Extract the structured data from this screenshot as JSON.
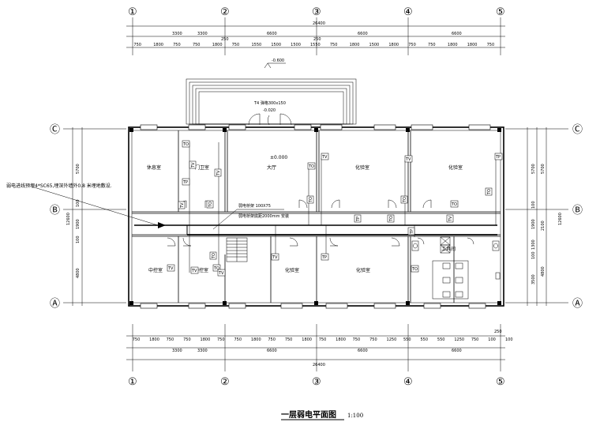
{
  "axes_x": [
    "①",
    "②",
    "③",
    "④",
    "⑤"
  ],
  "axes_y": [
    "Ⓒ",
    "Ⓑ",
    "Ⓐ"
  ],
  "dims_top_total": "26400",
  "dims_top_mid": [
    "3300",
    "3300",
    "6600",
    "6600",
    "6600"
  ],
  "dims_top_detail": [
    "750",
    "1800",
    "750",
    "750",
    "1800",
    "750",
    "1550",
    "1500",
    "1500",
    "1550",
    "750",
    "1800",
    "1500",
    "1800",
    "750",
    "750",
    "1800",
    "1800",
    "750"
  ],
  "dims_top_250": [
    "250",
    "250"
  ],
  "dims_bottom_detail": [
    "750",
    "1800",
    "750",
    "750",
    "1800",
    "750",
    "750",
    "1800",
    "750",
    "750",
    "1800",
    "750",
    "1800",
    "750",
    "750",
    "1250",
    "550",
    "550",
    "550",
    "1250",
    "750",
    "100"
  ],
  "dims_bottom_mid": [
    "3300",
    "3300",
    "6600",
    "6600",
    "6600"
  ],
  "dims_bottom_total": "26400",
  "dims_bottom_extra": [
    "100",
    "250"
  ],
  "dims_left": [
    "5700",
    "12600",
    "100",
    "1900",
    "100",
    "4800"
  ],
  "dims_right": [
    "5700",
    "5700",
    "12600",
    "100",
    "1900",
    "2100",
    "1300",
    "100",
    "4800",
    "3500"
  ],
  "elev_top": "-0.600",
  "elev_entry": "-0.020",
  "elev_hall": "±0.000",
  "canopy_label": "T4 弹格300x150",
  "rooms": [
    "休息室",
    "门卫室",
    "大厅",
    "化验室",
    "化验室",
    "中控室",
    "中控室",
    "化验室",
    "化验室",
    "工具间"
  ],
  "note_cable": "弱电进线预埋4*SC65,埋深外墙外0.8 米埋地敷设.",
  "note_tray_1": "弱电桥架 100X75",
  "note_tray_2": "弱电桥架底距2000mm 安装",
  "title": "一层弱电平面图",
  "scale": "1:100",
  "device_tags": [
    "TO",
    "TV",
    "TP",
    "TO",
    "TV",
    "TV",
    "TO",
    "TV",
    "TO",
    "TV",
    "TO",
    "TP",
    "TO",
    "TP",
    "TO",
    "TV",
    "TO",
    "TV",
    "TO",
    "TV",
    "TO",
    "TV",
    "TP",
    "TO",
    "TV",
    "TP"
  ]
}
